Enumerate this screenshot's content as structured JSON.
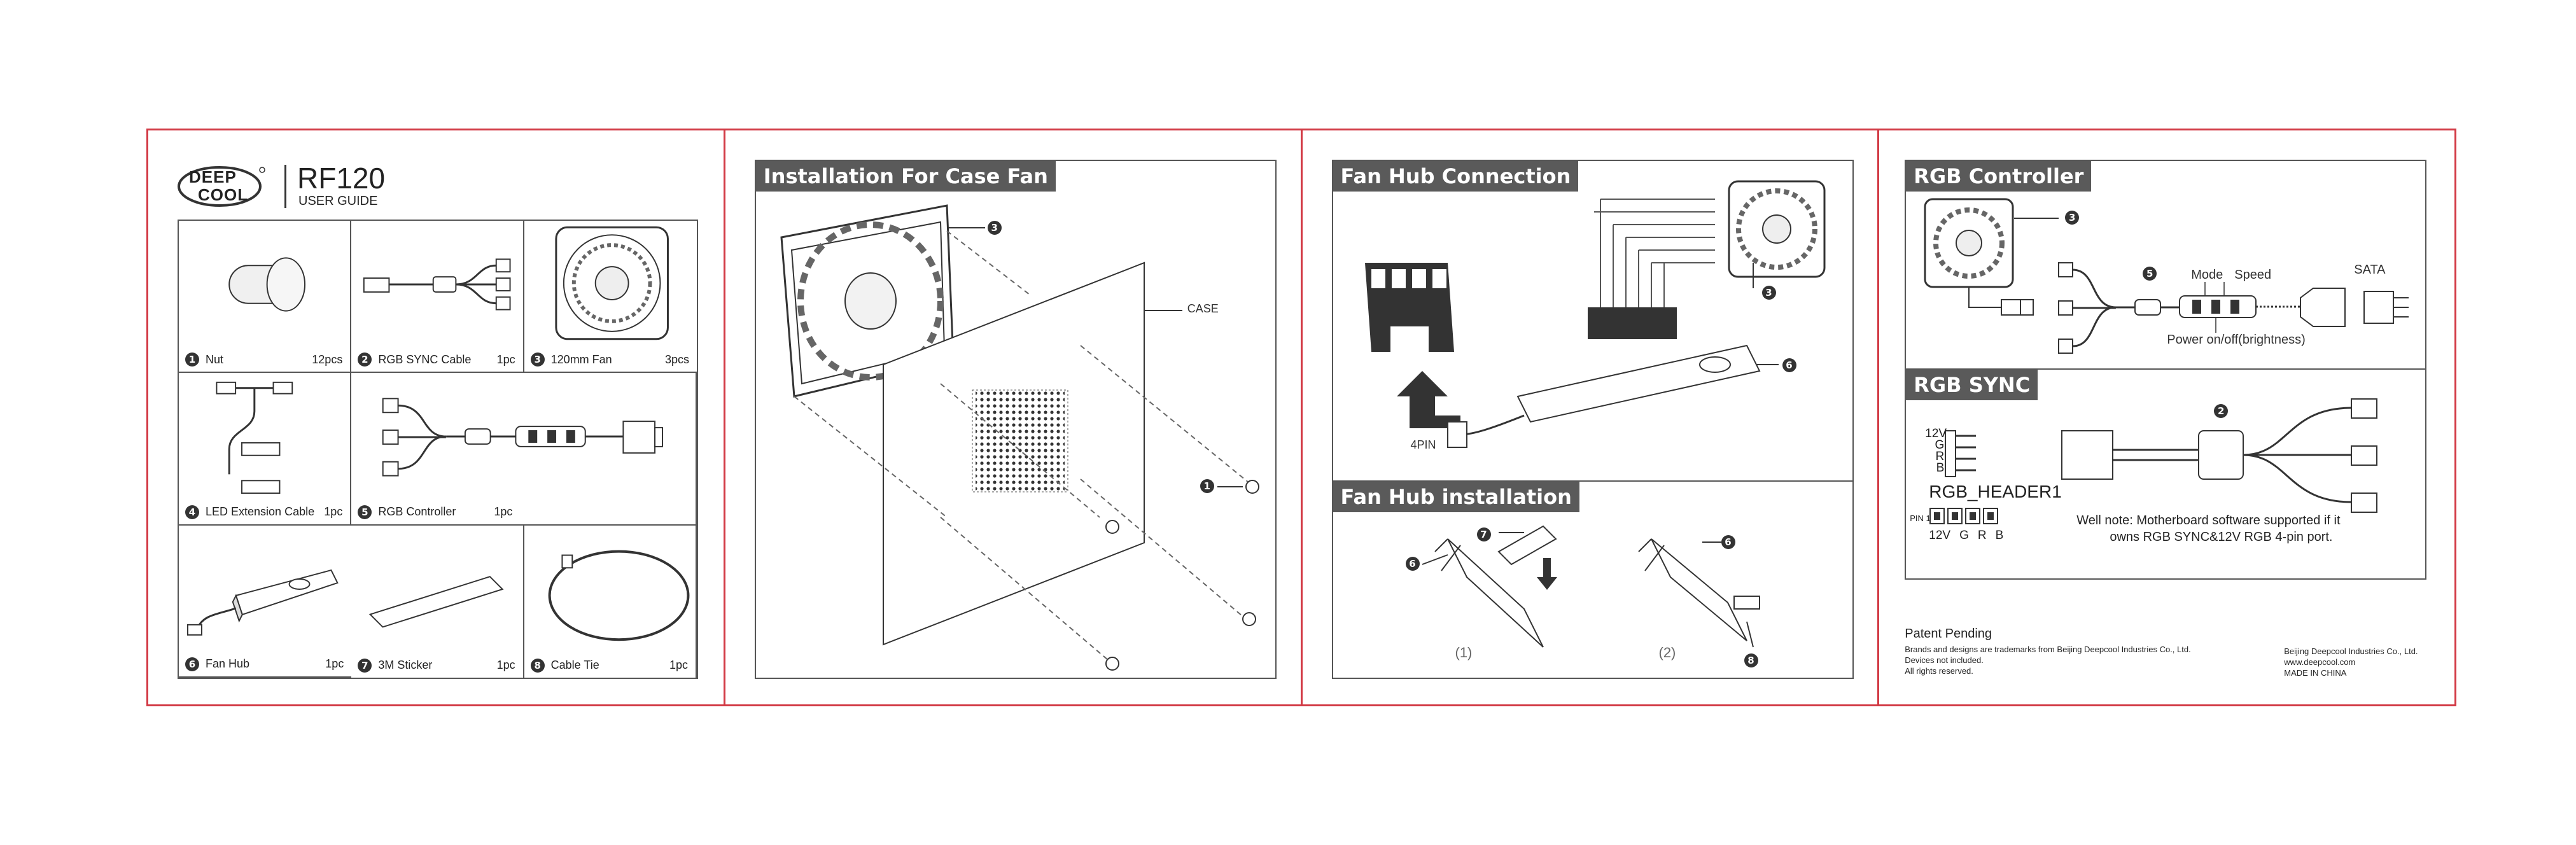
{
  "brand": {
    "logo_line1": "DEEP",
    "logo_line2": "COOL",
    "model": "RF120",
    "subtitle": "USER GUIDE"
  },
  "parts": [
    {
      "num": "1",
      "name": "Nut",
      "qty": "12pcs"
    },
    {
      "num": "2",
      "name": "RGB SYNC Cable",
      "qty": "1pc"
    },
    {
      "num": "3",
      "name": "120mm Fan",
      "qty": "3pcs"
    },
    {
      "num": "4",
      "name": "LED  Extension Cable",
      "qty": "1pc"
    },
    {
      "num": "5",
      "name": "RGB  Controller",
      "qty": "1pc"
    },
    {
      "num": "6",
      "name": "Fan Hub",
      "qty": "1pc"
    },
    {
      "num": "7",
      "name": "3M Sticker",
      "qty": "1pc"
    },
    {
      "num": "8",
      "name": "Cable Tie",
      "qty": "1pc"
    }
  ],
  "install": {
    "title": "Installation For Case Fan",
    "case_label": "CASE",
    "fan_num": "3",
    "nut_num": "1"
  },
  "hub": {
    "title": "Fan Hub Connection",
    "pin_label": "4PIN",
    "fan_num": "3",
    "hub_num": "6"
  },
  "hub_install": {
    "title": "Fan Hub installation",
    "step1": "(1)",
    "step2": "(2)",
    "sticker_num": "7",
    "hub_num": "6",
    "tie_num": "8"
  },
  "rgb_controller": {
    "title": "RGB Controller",
    "mode": "Mode",
    "speed": "Speed",
    "sata": "SATA",
    "power": "Power on/off(brightness)",
    "fan_num": "3",
    "ctrl_num": "5"
  },
  "rgb_sync": {
    "title": "RGB SYNC",
    "pins": [
      "12V",
      "G",
      "R",
      "B"
    ],
    "header": "RGB_HEADER1",
    "pin1": "PIN 1",
    "bottom_pins": [
      "12V",
      "G",
      "R",
      "B"
    ],
    "cable_num": "2",
    "note_line1": "Well note: Motherboard software supported if it",
    "note_line2": "owns RGB SYNC&12V RGB 4-pin port."
  },
  "footer": {
    "patent": "Patent  Pending",
    "line1": "Brands and designs are trademarks from Beijing Deepcool Industries Co., Ltd.",
    "line2": "Devices not included.",
    "line3": "All rights reserved.",
    "company": "Beijing Deepcool Industries Co., Ltd.",
    "site": "www.deepcool.com",
    "made": "MADE IN CHINA"
  }
}
